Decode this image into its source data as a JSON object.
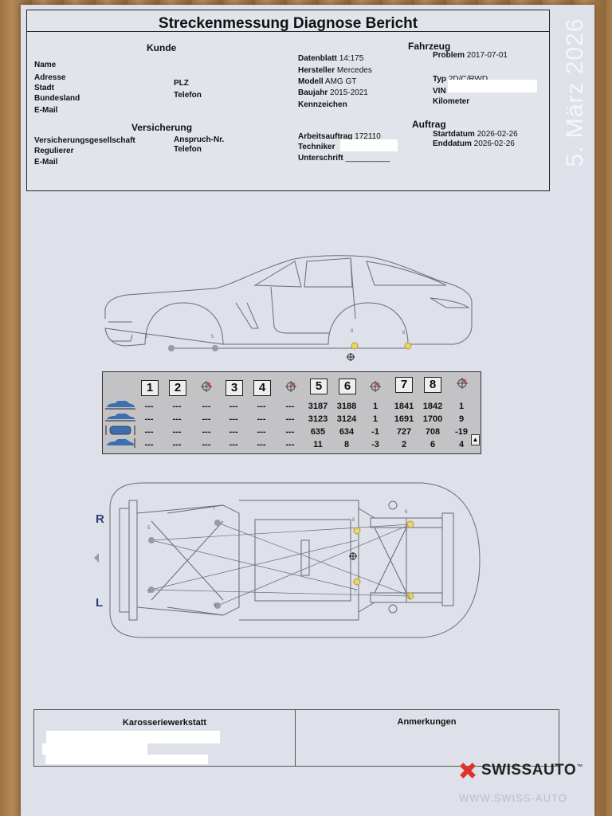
{
  "title": "Streckenmessung Diagnose Bericht",
  "sections": {
    "kunde": "Kunde",
    "fahrzeug": "Fahrzeug",
    "versicherung": "Versicherung",
    "auftrag": "Auftrag"
  },
  "kunde": {
    "name": "Name",
    "adresse": "Adresse",
    "stadt": "Stadt",
    "plz": "PLZ",
    "bundesland": "Bundesland",
    "telefon": "Telefon",
    "email": "E-Mail"
  },
  "versicherung": {
    "gesellschaft": "Versicherungsgesellschaft",
    "anspruch": "Anspruch-Nr.",
    "regulierer": "Regulierer",
    "telefon": "Telefon",
    "email": "E-Mail"
  },
  "fahrzeug": {
    "datenblatt_label": "Datenblatt",
    "datenblatt": "14:175",
    "hersteller_label": "Hersteller",
    "hersteller": "Mercedes",
    "modell_label": "Modell",
    "modell": "AMG GT",
    "baujahr_label": "Baujahr",
    "baujahr": "2015-2021",
    "kennzeichen_label": "Kennzeichen",
    "problem_label": "Problem",
    "problem": "2017-07-01",
    "typ_label": "Typ",
    "typ": "2D/C/RWD",
    "vin_label": "VIN",
    "kilometer_label": "Kilometer"
  },
  "auftrag": {
    "arbeitsauftrag_label": "Arbeitsauftrag",
    "arbeitsauftrag": "172110",
    "techniker_label": "Techniker",
    "unterschrift_label": "Unterschrift",
    "unterschrift_line": "__________",
    "startdatum_label": "Startdatum",
    "startdatum": "2026-02-26",
    "enddatum_label": "Enddatum",
    "enddatum": "2026-02-26"
  },
  "date_stamp": "5. März 2026",
  "measurement_table": {
    "point_labels": [
      "1",
      "2",
      "3",
      "4",
      "5",
      "6",
      "7",
      "8"
    ],
    "rows": [
      [
        "---",
        "---",
        "---",
        "---",
        "---",
        "---",
        "3187",
        "3188",
        "1",
        "1841",
        "1842",
        "1"
      ],
      [
        "---",
        "---",
        "---",
        "---",
        "---",
        "---",
        "3123",
        "3124",
        "1",
        "1691",
        "1700",
        "9"
      ],
      [
        "---",
        "---",
        "---",
        "---",
        "---",
        "---",
        "635",
        "634",
        "-1",
        "727",
        "708",
        "-19"
      ],
      [
        "---",
        "---",
        "---",
        "---",
        "---",
        "---",
        "11",
        "8",
        "-3",
        "2",
        "6",
        "4"
      ]
    ]
  },
  "side_view": {
    "point_labels": [
      "6",
      "5",
      "8",
      "6"
    ]
  },
  "underbody": {
    "side_r": "R",
    "side_l": "L",
    "point_labels": [
      "7",
      "5",
      "8",
      "6",
      "6",
      "8",
      "7",
      "5"
    ]
  },
  "footer": {
    "karosseriewerkstatt": "Karosseriewerkstatt",
    "anmerkungen": "Anmerkungen"
  },
  "logo": {
    "name": "SWISSAUTO",
    "tm": "™",
    "url": "WWW.SWISS-AUTO"
  },
  "colors": {
    "logo_red": "#e0312b",
    "paper": "#dfe1ea",
    "panel": "#c3c3c6",
    "point_yellow": "#e8d66a"
  }
}
